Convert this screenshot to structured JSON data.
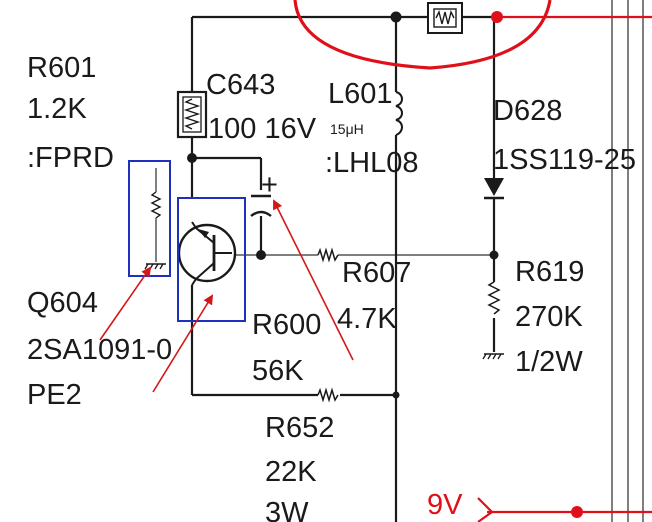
{
  "components": {
    "r601": {
      "ref": "R601",
      "value": "1.2K",
      "note": ":FPRD"
    },
    "c643": {
      "ref": "C643",
      "value": "100 16V"
    },
    "l601": {
      "ref": "L601",
      "value": "15μH",
      "note": ":LHL08"
    },
    "d628": {
      "ref": "D628",
      "value": "1SS119-25"
    },
    "q604": {
      "ref": "Q604",
      "value": "2SA1091-0",
      "note": "PE2"
    },
    "r607": {
      "ref": "R607",
      "value": "4.7K"
    },
    "r619": {
      "ref": "R619",
      "value": "270K",
      "note": "1/2W"
    },
    "r600": {
      "ref": "R600",
      "value": "56K"
    },
    "r652": {
      "ref": "R652",
      "value": "22K",
      "note": "3W"
    }
  },
  "supply": {
    "label": "9V"
  },
  "polarity": {
    "plus": "+"
  },
  "colors": {
    "wire": "#1a1a1a",
    "red_wire": "#e0101a",
    "highlight_box": "#1f2fbf",
    "annotation_arrow": "#d41818",
    "supply_label": "#e0101a"
  }
}
